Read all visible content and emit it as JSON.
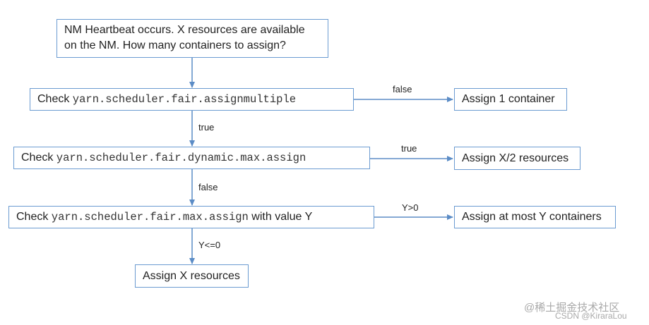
{
  "nodes": {
    "start": {
      "line1": "NM Heartbeat occurs.  X resources are available",
      "line2": "on the NM.  How many containers to assign?"
    },
    "check1": {
      "prefix": "Check ",
      "code": "yarn.scheduler.fair.assignmultiple"
    },
    "assign1": {
      "text": "Assign 1 container"
    },
    "check2": {
      "prefix": "Check ",
      "code": "yarn.scheduler.fair.dynamic.max.assign"
    },
    "assign2": {
      "text": "Assign X/2 resources"
    },
    "check3": {
      "prefix": "Check ",
      "code": "yarn.scheduler.fair.max.assign",
      "suffix": " with value Y"
    },
    "assign3": {
      "text": "Assign at most Y containers"
    },
    "assign4": {
      "text": "Assign X resources"
    }
  },
  "edges": {
    "c1_false": "false",
    "c1_true": "true",
    "c2_true": "true",
    "c2_false": "false",
    "c3_pos": "Y>0",
    "c3_nonpos": "Y<=0"
  },
  "watermark": {
    "site": "@稀土掘金技术社区",
    "author": "CSDN @KiraraLou"
  },
  "colors": {
    "box_border": "#6b9bd1",
    "arrow": "#5b8cc6",
    "text": "#222222"
  }
}
